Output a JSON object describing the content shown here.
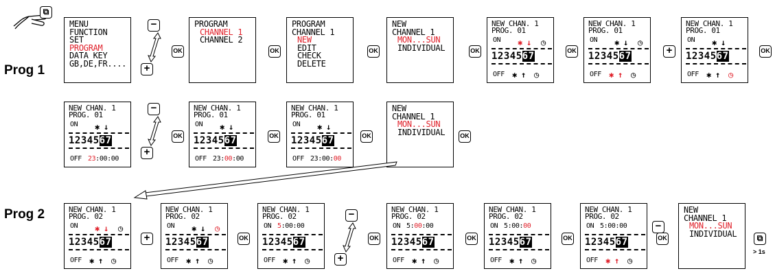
{
  "labels": {
    "prog1": "Prog 1",
    "prog2": "Prog 2"
  },
  "menu": {
    "lines": [
      "MENU",
      "FUNCTION",
      "SET",
      "PROGRAM",
      "DATA KEY",
      "GB,DE,FR...."
    ],
    "highlight": 3
  },
  "program_screen": {
    "lines": [
      "PROGRAM",
      "CHANNEL 1",
      "CHANNEL 2"
    ],
    "highlight": 1
  },
  "program_channel": {
    "lines": [
      "PROGRAM",
      "CHANNEL 1",
      "NEW",
      "EDIT",
      "CHECK",
      "DELETE"
    ],
    "highlight": 2
  },
  "new_channel": {
    "lines": [
      "NEW",
      "CHANNEL 1",
      "MON...SUN",
      "INDIVIDUAL"
    ],
    "highlight": 2
  },
  "timer": {
    "title": "NEW CHAN. 1",
    "prog1": "PROG. 01",
    "prog2": "PROG. 02",
    "on": "ON",
    "off": "OFF",
    "days": "12345",
    "days_inv": "67",
    "off_time": "23:00:00",
    "on_time": "5:00:00",
    "hh": "23",
    "mm": "00",
    "ss": "00",
    "sep": ":",
    "on_hh": "5",
    "on_mm": "00",
    "on_ss": "00"
  },
  "buttons": {
    "ok": "OK",
    "plus": "+",
    "minus": "−",
    "copy_sub": "> 1s"
  },
  "icons": {
    "sun": "✱",
    "arrow_down": "↓",
    "arrow_up": "↑",
    "clock": "◷",
    "copy": "⧉"
  },
  "colors": {
    "highlight": "#e0202a"
  }
}
